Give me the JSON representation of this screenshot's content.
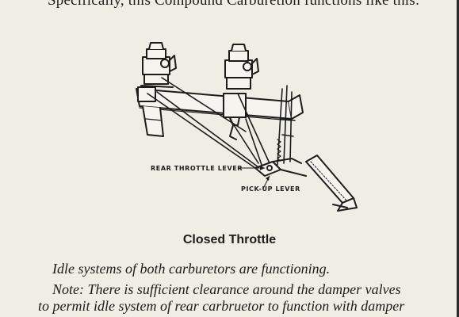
{
  "page": {
    "intro_text": "Specifically, this Compound Carburetion functions like this:",
    "figure": {
      "labels": {
        "rear_throttle_lever": "REAR THROTTLE LEVER",
        "pick_up_lever": "PICK-UP LEVER"
      }
    },
    "caption": "Closed Throttle",
    "paragraph_1": "Idle systems of both carburetors are functioning.",
    "note_line_1": "Note:  There is sufficient clearance around the damper valves",
    "note_line_2": "to permit idle system of rear carbruetor to function with damper"
  },
  "colors": {
    "paper": "#efede4",
    "ink": "#1c1c1c"
  }
}
